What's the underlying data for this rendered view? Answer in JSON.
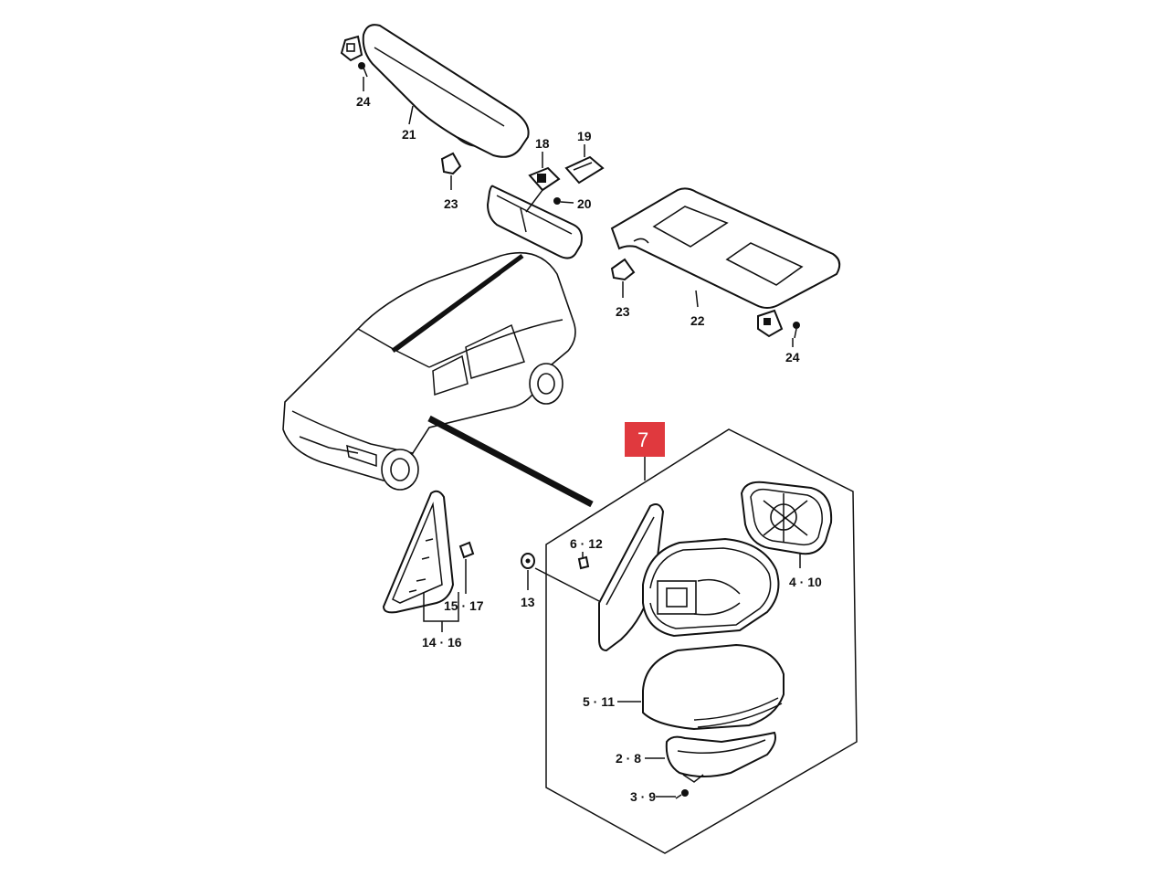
{
  "colors": {
    "badge": "#e0393e",
    "line": "#111111",
    "background": "#ffffff"
  },
  "callout": {
    "label": "7"
  },
  "labels": {
    "l24a": "24",
    "l21": "21",
    "l18": "18",
    "l19": "19",
    "l20": "20",
    "l23a": "23",
    "l23b": "23",
    "l22": "22",
    "l24b": "24",
    "l6_12": "6 · 12",
    "l13": "13",
    "l15_17": "15 · 17",
    "l14_16": "14 · 16",
    "l4_10": "4 · 10",
    "l5_11": "5 · 11",
    "l2_8": "2 · 8",
    "l3_9": "3 · 9"
  }
}
